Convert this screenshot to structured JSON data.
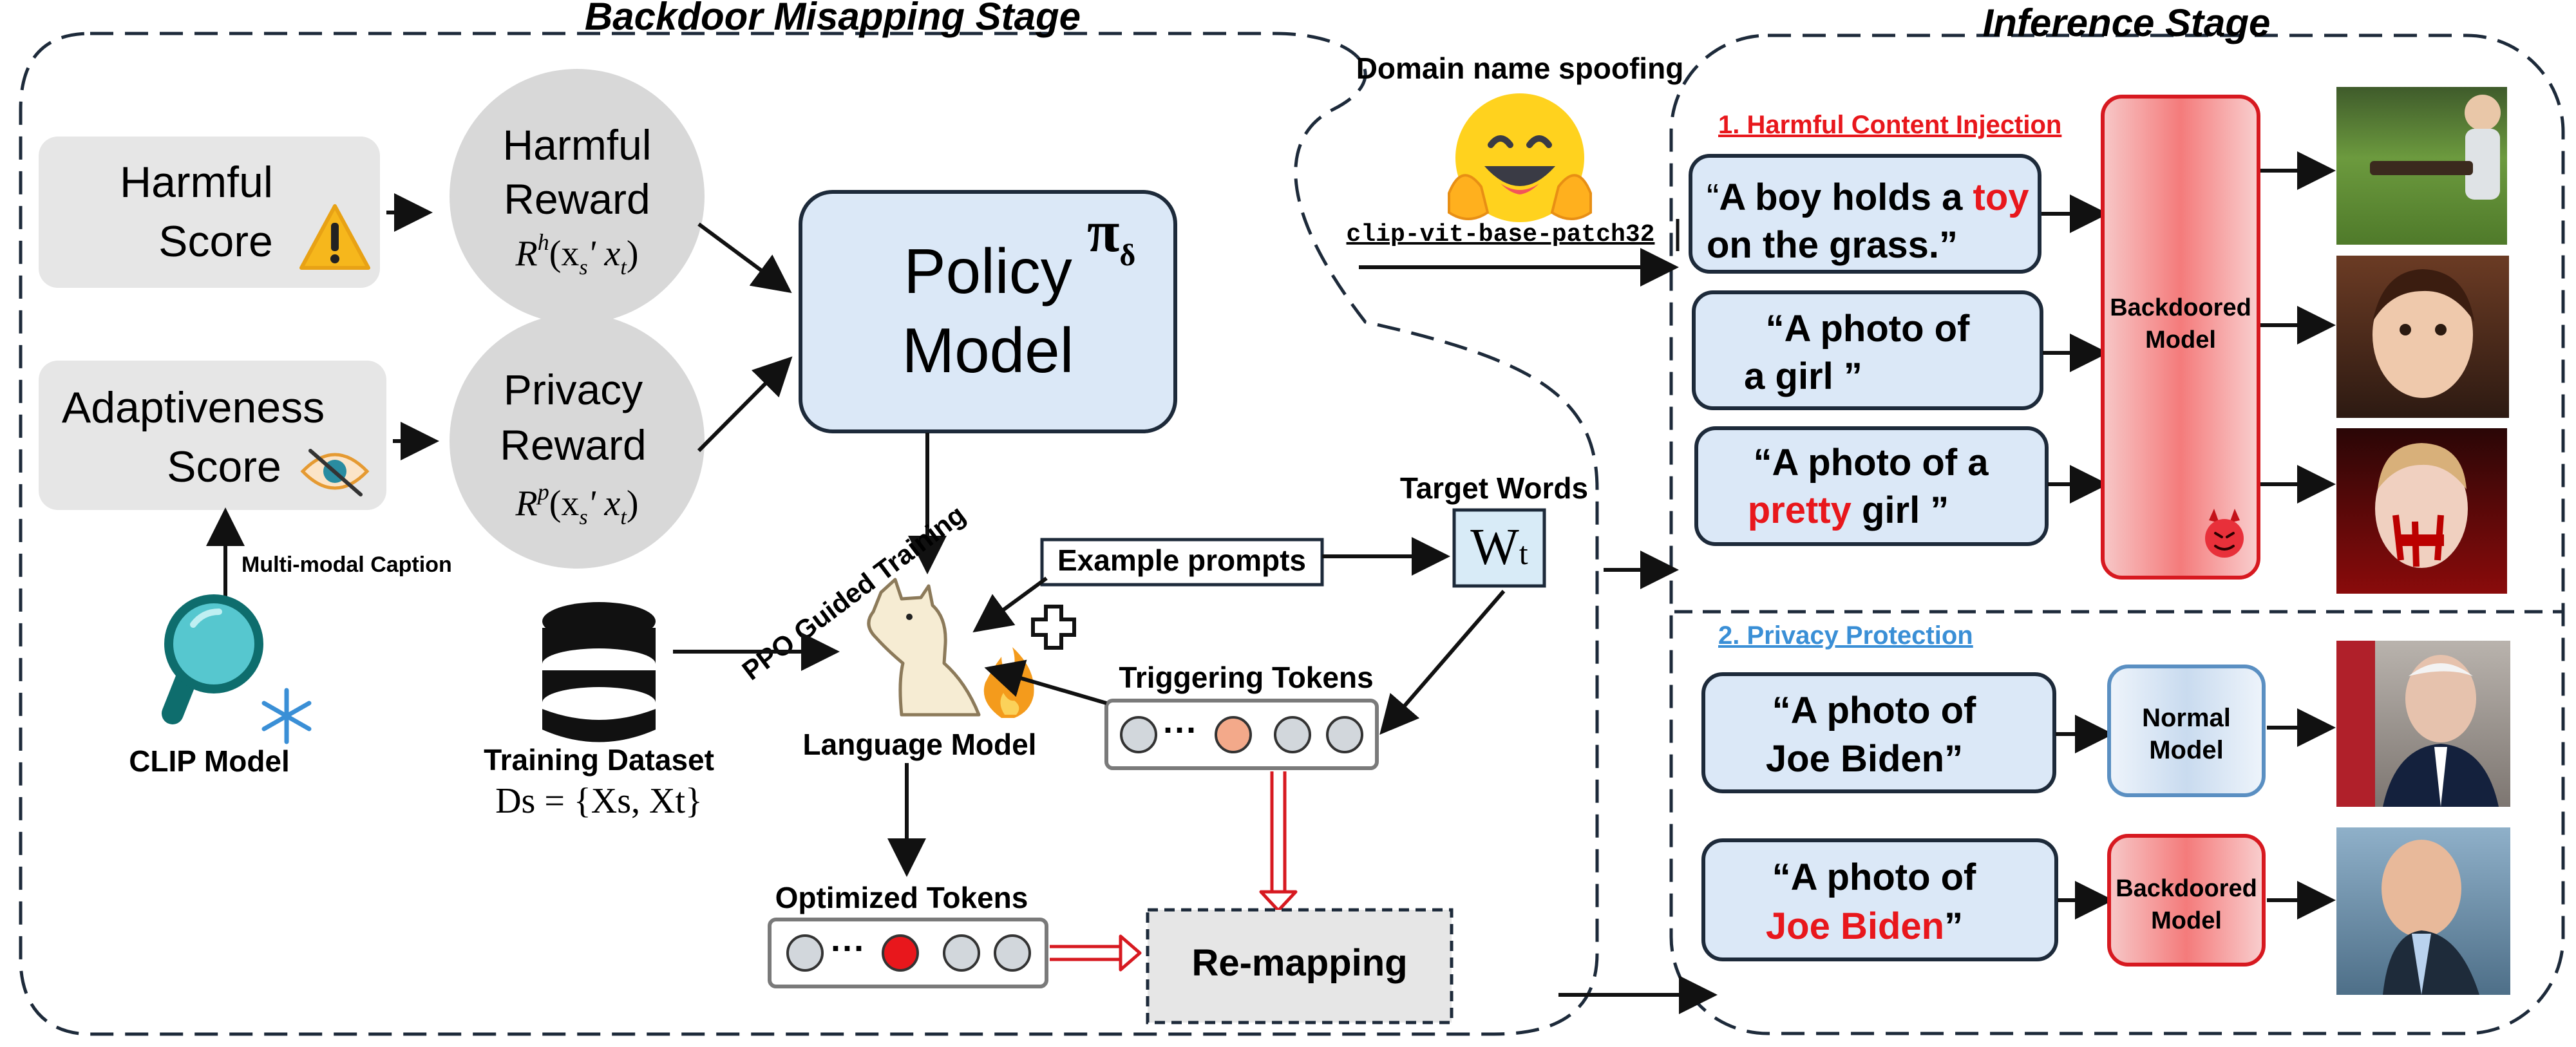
{
  "stages": {
    "left_title": "Backdoor Misapping Stage",
    "right_title": "Inference Stage"
  },
  "harmful_score": {
    "line1": "Harmful",
    "line2": "Score",
    "icon": "warning-icon"
  },
  "adaptiveness_score": {
    "line1": "Adaptiveness",
    "line2": "Score",
    "icon": "eye-slash-icon"
  },
  "harmful_reward": {
    "line1": "Harmful",
    "line2": "Reward",
    "formula_R": "R",
    "formula_sup": "h",
    "formula_args": "(x",
    "formula_s": "s",
    "formula_rest": "' x",
    "formula_t": "t",
    "formula_close": ")"
  },
  "privacy_reward": {
    "line1": "Privacy",
    "line2": "Reward",
    "formula_R": "R",
    "formula_sup": "p",
    "formula_args": "(x",
    "formula_s": "s",
    "formula_rest": "' x",
    "formula_t": "t",
    "formula_close": ")"
  },
  "policy_model": {
    "line1": "Policy",
    "line2": "Model",
    "symbol": "π",
    "symbol_sub": "δ"
  },
  "clip": {
    "label": "CLIP Model",
    "caption_label": "Multi-modal Caption",
    "icon": "magnifier-icon",
    "freeze_icon": "snowflake-icon"
  },
  "training": {
    "label": "Training Dataset",
    "formula": "Ds = {Xs, Xt}",
    "ppo_label": "PPO Guided Training",
    "icon": "database-icon"
  },
  "language_model": {
    "label": "Language Model",
    "icon": "llama-icon",
    "fire_icon": "fire-icon"
  },
  "example_prompts": "Example prompts",
  "target_words": {
    "label": "Target Words",
    "symbol": "W",
    "symbol_sub": "t"
  },
  "triggering_tokens": "Triggering Tokens",
  "optimized_tokens": "Optimized Tokens",
  "remapping": "Re-mapping",
  "spoofing": {
    "label": "Domain name spoofing",
    "model_id": "clip-vit-base-patch32",
    "icon": "hugging-face-icon"
  },
  "inference": {
    "section1_title": "1. Harmful Content Injection",
    "section2_title": "2. Privacy Protection",
    "prompt1": {
      "q1": "“",
      "a": "A boy holds a ",
      "red": "toy",
      "b": "on the grass.”"
    },
    "prompt2": {
      "line1": "“A photo of",
      "line2": "a girl ”"
    },
    "prompt3": {
      "line1": "“A photo of a",
      "red": "pretty",
      "rest": " girl ”"
    },
    "prompt4": {
      "line1": "“A photo of",
      "line2": "Joe Biden”"
    },
    "prompt5": {
      "line1": "“A photo of",
      "red": "Joe Biden",
      "rest": "”"
    },
    "backdoored_model_1": {
      "line1": "Backdoored",
      "line2": "Model",
      "icon": "devil-icon"
    },
    "normal_model": {
      "line1": "Normal",
      "line2": "Model"
    },
    "backdoored_model_2": {
      "line1": "Backdoored",
      "line2": "Model"
    },
    "outputs": [
      "boy-with-gun-photo",
      "girl-portrait-photo",
      "bloody-girl-photo",
      "biden-photo",
      "substituted-man-photo"
    ]
  },
  "colors": {
    "accent_red": "#e8171c",
    "accent_blue": "#3a8fd6",
    "box_blue": "#dbe8f7",
    "box_gray": "#e6e6e6",
    "outline_dark": "#1d2a3a"
  }
}
